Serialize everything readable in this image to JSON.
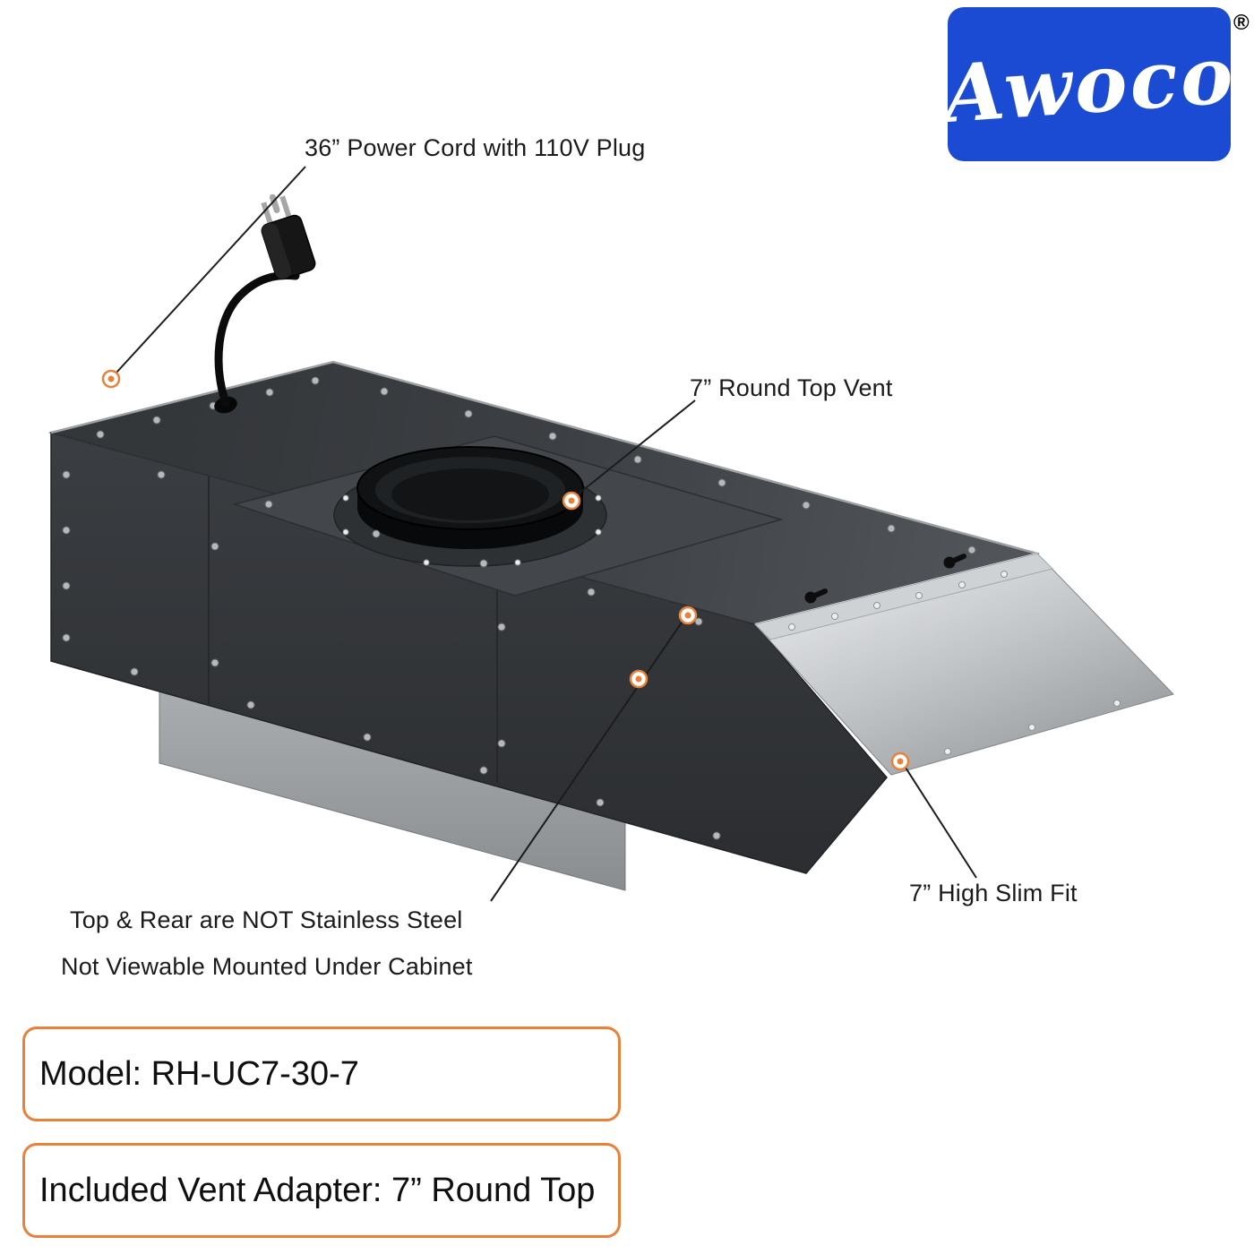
{
  "logo": {
    "text": "Awoco",
    "registered": "®",
    "bg_color": "#1B4BD2"
  },
  "callouts": {
    "power_cord": "36” Power Cord with 110V Plug",
    "top_vent": "7” Round Top Vent",
    "slim_fit": "7” High Slim Fit",
    "note_line1": "Top & Rear are NOT Stainless Steel",
    "note_line2": "Not Viewable Mounted Under Cabinet"
  },
  "info_boxes": {
    "model": "Model: RH-UC7-30-7",
    "vent_adapter": "Included Vent Adapter: 7” Round Top"
  },
  "colors": {
    "accent_orange": "#E8823A",
    "logo_blue": "#1B4BD2",
    "callout_line": "#1c1c1c",
    "hood_dark": "#3a3d41",
    "hood_stainless": "#c3c6c9"
  }
}
